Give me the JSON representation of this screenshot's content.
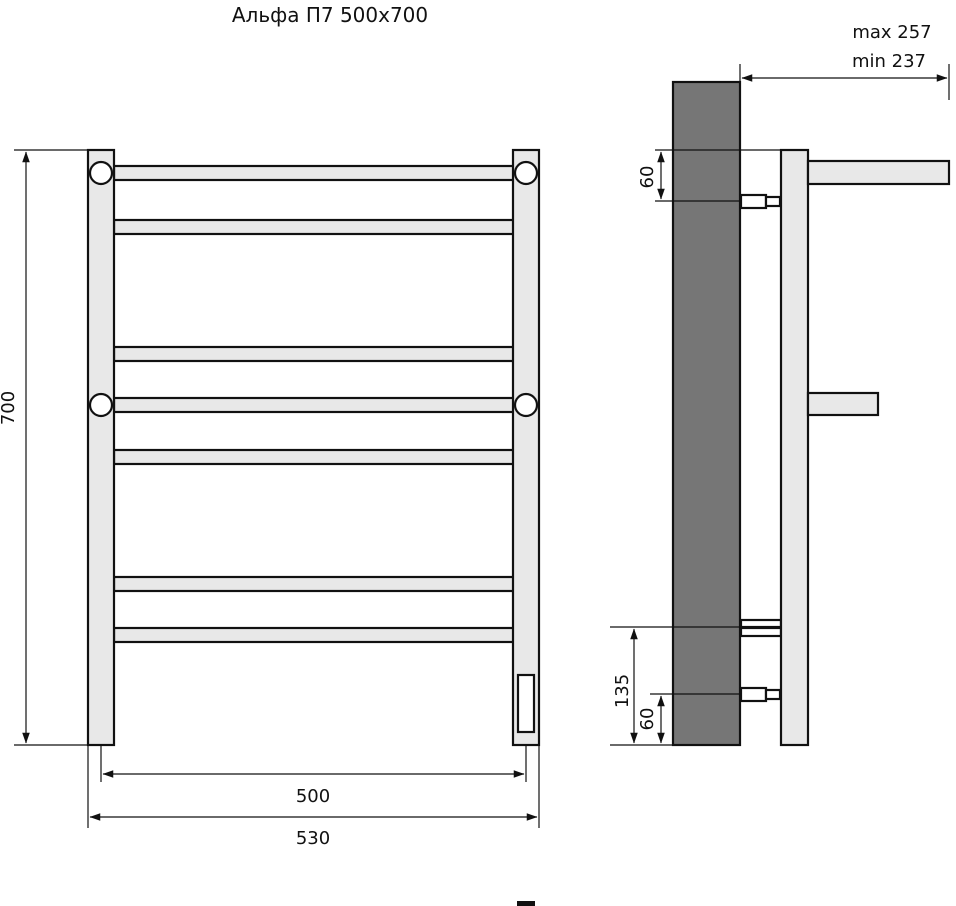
{
  "title": "Альфа П7 500х700",
  "dimensions": {
    "height": "700",
    "inner_width": "500",
    "outer_width": "530",
    "max_depth": "max 257",
    "min_depth": "min 237",
    "top_offset": "60",
    "lower_offset": "135",
    "bottom_offset": "60"
  },
  "colors": {
    "tube_fill": "#e8e8e8",
    "wall_fill": "#767676",
    "line": "#111111"
  }
}
